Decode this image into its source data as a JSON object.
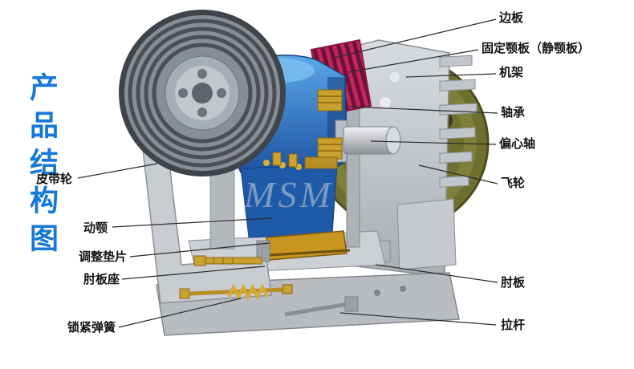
{
  "page": {
    "title": "产品结构图",
    "watermark": "MSM"
  },
  "colors": {
    "title_blue": "#1678d8",
    "body_blue": "#2b6fc2",
    "jaw_plate_magenta": "#c2255c",
    "brass": "#c8951f",
    "flywheel_olive": "#6f7030",
    "frame_gray": "#c6c9cd",
    "label_text": "#141414",
    "leader_line": "#2b2b2b"
  },
  "labels": {
    "left": [
      {
        "text": "皮带轮"
      },
      {
        "text": "动颚"
      },
      {
        "text": "调整垫片"
      },
      {
        "text": "肘板座"
      },
      {
        "text": "锁紧弹簧"
      }
    ],
    "right": [
      {
        "text": "边板"
      },
      {
        "text": "固定颚板（静颚板）"
      },
      {
        "text": "机架"
      },
      {
        "text": "轴承"
      },
      {
        "text": "偏心轴"
      },
      {
        "text": "飞轮"
      },
      {
        "text": "肘板"
      },
      {
        "text": "拉杆"
      }
    ]
  }
}
